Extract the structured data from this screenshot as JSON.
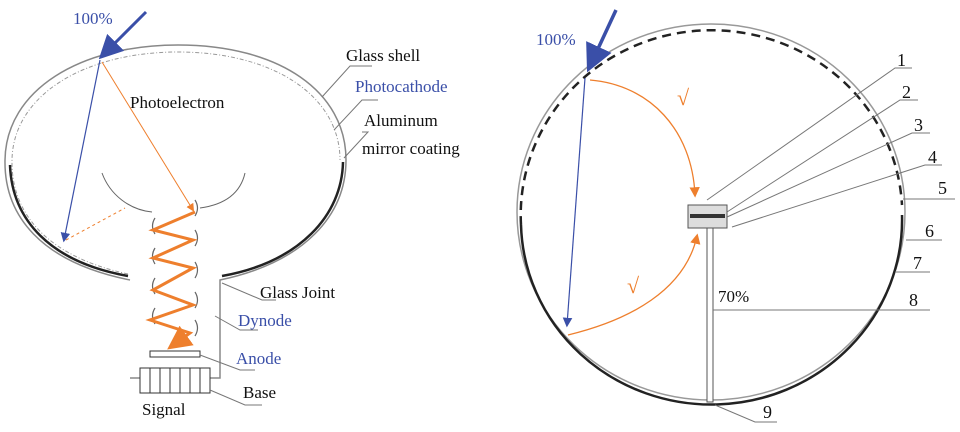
{
  "colors": {
    "blue": "#3a4fa8",
    "orange": "#ee7f2d",
    "gray": "#777777"
  },
  "left_diagram": {
    "incident_label": "100%",
    "photoelectron": "Photoelectron",
    "glass_shell": "Glass shell",
    "photocathode": "Photocathode",
    "aluminum_line1": "Aluminum",
    "aluminum_line2": "mirror coating",
    "glass_joint": "Glass Joint",
    "dynode": "Dynode",
    "anode": "Anode",
    "base": "Base",
    "signal": "Signal"
  },
  "right_diagram": {
    "incident_label": "100%",
    "reflect_label": "70%",
    "check_mark": "√",
    "callouts": [
      "1",
      "2",
      "3",
      "4",
      "5",
      "6",
      "7",
      "8",
      "9"
    ]
  }
}
